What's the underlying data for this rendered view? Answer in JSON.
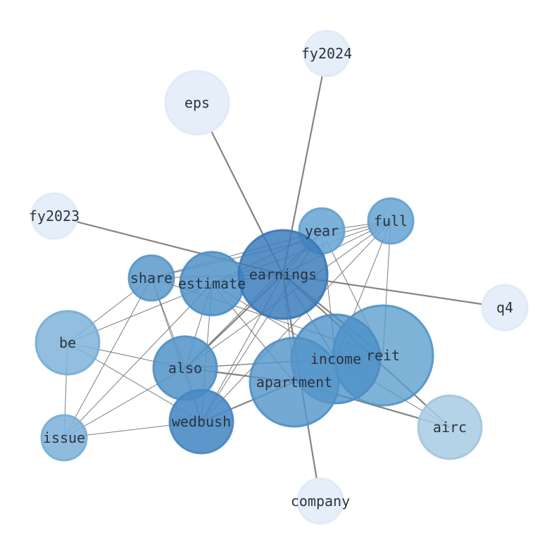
{
  "graph": {
    "nodes": [
      {
        "id": "earnings",
        "label": "earnings",
        "color": "#3c7ebc",
        "border": "#3a78b5"
      },
      {
        "id": "reit",
        "label": "reit",
        "color": "#5a9ccb",
        "border": "#4f95c7"
      },
      {
        "id": "income",
        "label": "income",
        "color": "#4a90c8",
        "border": "#4a8cc2"
      },
      {
        "id": "apartment",
        "label": "apartment",
        "color": "#5596c9",
        "border": "#4e90c4"
      },
      {
        "id": "eps",
        "label": "eps",
        "color": "#e6eef9",
        "border": "#dfe9f7"
      },
      {
        "id": "airc",
        "label": "airc",
        "color": "#a7cbe3",
        "border": "#a0c6e0"
      },
      {
        "id": "be",
        "label": "be",
        "color": "#7fb3da",
        "border": "#77acd5"
      },
      {
        "id": "wedbush",
        "label": "wedbush",
        "color": "#4a8bc4",
        "border": "#4686c0"
      },
      {
        "id": "also",
        "label": "also",
        "color": "#5595c9",
        "border": "#4f8fc4"
      },
      {
        "id": "estimate",
        "label": "estimate",
        "color": "#5595c9",
        "border": "#4f8fc4"
      },
      {
        "id": "fy2024",
        "label": "fy2024",
        "color": "#e6eef9",
        "border": "#dfe9f7"
      },
      {
        "id": "fy2023",
        "label": "fy2023",
        "color": "#e6eef9",
        "border": "#dfe9f7"
      },
      {
        "id": "company",
        "label": "company",
        "color": "#e6eef9",
        "border": "#dfe9f7"
      },
      {
        "id": "q4",
        "label": "q4",
        "color": "#e6eef9",
        "border": "#dfe9f7"
      },
      {
        "id": "share",
        "label": "share",
        "color": "#5e9ccc",
        "border": "#5796c8"
      },
      {
        "id": "year",
        "label": "year",
        "color": "#6aa6d4",
        "border": "#62a0cf"
      },
      {
        "id": "full",
        "label": "full",
        "color": "#6aa6d4",
        "border": "#62a0cf"
      },
      {
        "id": "issue",
        "label": "issue",
        "color": "#7fb3da",
        "border": "#77acd5"
      }
    ],
    "edges": [
      {
        "source": "earnings",
        "target": "eps",
        "weight": "strong"
      },
      {
        "source": "earnings",
        "target": "fy2024",
        "weight": "strong"
      },
      {
        "source": "earnings",
        "target": "fy2023",
        "weight": "strong"
      },
      {
        "source": "earnings",
        "target": "q4",
        "weight": "strong"
      },
      {
        "source": "earnings",
        "target": "company",
        "weight": "strong"
      },
      {
        "source": "earnings",
        "target": "airc",
        "weight": "strong"
      },
      {
        "source": "earnings",
        "target": "also",
        "weight": "strong"
      },
      {
        "source": "earnings",
        "target": "reit",
        "weight": "strong"
      },
      {
        "source": "earnings",
        "target": "year",
        "weight": "thin"
      },
      {
        "source": "earnings",
        "target": "full",
        "weight": "thin"
      },
      {
        "source": "earnings",
        "target": "share",
        "weight": "thin"
      },
      {
        "source": "earnings",
        "target": "estimate",
        "weight": "thin"
      },
      {
        "source": "earnings",
        "target": "wedbush",
        "weight": "thin"
      },
      {
        "source": "earnings",
        "target": "income",
        "weight": "thin"
      },
      {
        "source": "earnings",
        "target": "apartment",
        "weight": "thin"
      },
      {
        "source": "apartment",
        "target": "wedbush",
        "weight": "strong"
      },
      {
        "source": "apartment",
        "target": "airc",
        "weight": "strong"
      },
      {
        "source": "apartment",
        "target": "also",
        "weight": "strong"
      },
      {
        "source": "income",
        "target": "airc",
        "weight": "thin"
      },
      {
        "source": "income",
        "target": "also",
        "weight": "thin"
      },
      {
        "source": "income",
        "target": "year",
        "weight": "thin"
      },
      {
        "source": "income",
        "target": "full",
        "weight": "thin"
      },
      {
        "source": "income",
        "target": "estimate",
        "weight": "thin"
      },
      {
        "source": "reit",
        "target": "full",
        "weight": "thin"
      },
      {
        "source": "reit",
        "target": "year",
        "weight": "thin"
      },
      {
        "source": "reit",
        "target": "share",
        "weight": "thin"
      },
      {
        "source": "year",
        "target": "share",
        "weight": "thin"
      },
      {
        "source": "year",
        "target": "estimate",
        "weight": "thin"
      },
      {
        "source": "year",
        "target": "also",
        "weight": "thin"
      },
      {
        "source": "year",
        "target": "wedbush",
        "weight": "thin"
      },
      {
        "source": "year",
        "target": "full",
        "weight": "thin"
      },
      {
        "source": "full",
        "target": "share",
        "weight": "thin"
      },
      {
        "source": "full",
        "target": "estimate",
        "weight": "thin"
      },
      {
        "source": "full",
        "target": "also",
        "weight": "thin"
      },
      {
        "source": "full",
        "target": "wedbush",
        "weight": "thin"
      },
      {
        "source": "share",
        "target": "be",
        "weight": "thin"
      },
      {
        "source": "share",
        "target": "issue",
        "weight": "thin"
      },
      {
        "source": "share",
        "target": "wedbush",
        "weight": "thin"
      },
      {
        "source": "share",
        "target": "also",
        "weight": "thin"
      },
      {
        "source": "estimate",
        "target": "be",
        "weight": "thin"
      },
      {
        "source": "estimate",
        "target": "issue",
        "weight": "thin"
      },
      {
        "source": "estimate",
        "target": "wedbush",
        "weight": "thin"
      },
      {
        "source": "estimate",
        "target": "also",
        "weight": "thin"
      },
      {
        "source": "estimate",
        "target": "apartment",
        "weight": "thin"
      },
      {
        "source": "be",
        "target": "issue",
        "weight": "thin"
      },
      {
        "source": "be",
        "target": "also",
        "weight": "thin"
      },
      {
        "source": "be",
        "target": "wedbush",
        "weight": "thin"
      },
      {
        "source": "issue",
        "target": "also",
        "weight": "thin"
      },
      {
        "source": "issue",
        "target": "wedbush",
        "weight": "thin"
      },
      {
        "source": "also",
        "target": "wedbush",
        "weight": "thin"
      },
      {
        "source": "also",
        "target": "reit",
        "weight": "thin"
      }
    ]
  }
}
